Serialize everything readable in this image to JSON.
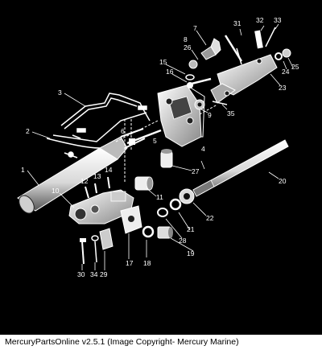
{
  "diagram": {
    "callouts": [
      "1",
      "2",
      "3",
      "4",
      "5",
      "6",
      "7",
      "8",
      "9",
      "10",
      "11",
      "12",
      "13",
      "14",
      "15",
      "16",
      "17",
      "18",
      "19",
      "20",
      "21",
      "22",
      "23",
      "24",
      "25",
      "26",
      "27",
      "28",
      "29",
      "30",
      "31",
      "32",
      "33",
      "34",
      "35"
    ]
  },
  "footer": {
    "caption": "MercuryPartsOnline v2.5.1 (Image Copyright- Mercury Marine)"
  },
  "colors": {
    "background": "#000000",
    "linework": "#ffffff",
    "footer_background": "#ffffff",
    "footer_text": "#000000"
  }
}
